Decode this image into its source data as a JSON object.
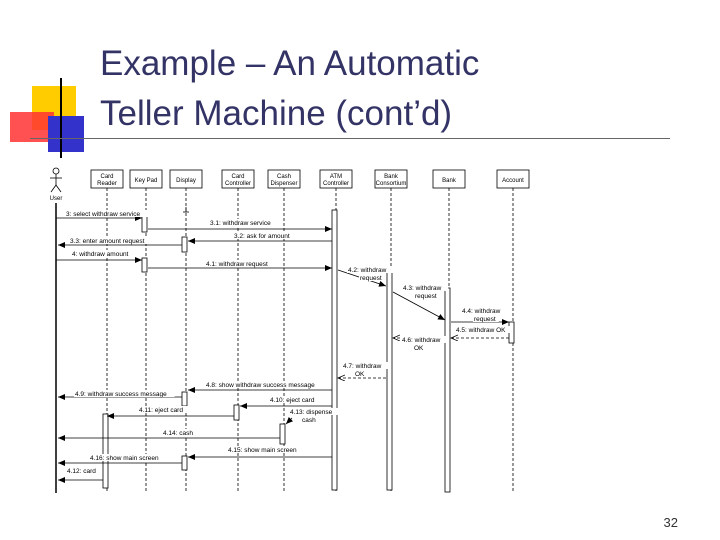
{
  "slide": {
    "title_line1": "Example – An Automatic",
    "title_line2": "Teller Machine (cont’d)",
    "page_number": "32"
  },
  "diagram": {
    "actor": "User",
    "lifelines": [
      {
        "id": "card_reader",
        "line1": "Card",
        "line2": "Reader"
      },
      {
        "id": "keypad",
        "line1": "Key Pad",
        "line2": ""
      },
      {
        "id": "display",
        "line1": "Display",
        "line2": ""
      },
      {
        "id": "card_controller",
        "line1": "Card",
        "line2": "Controller"
      },
      {
        "id": "cash_dispenser",
        "line1": "Cash",
        "line2": "Dispenser"
      },
      {
        "id": "atm_controller",
        "line1": "ATM",
        "line2": "Controller"
      },
      {
        "id": "bank_consortium",
        "line1": "Bank",
        "line2": "Consortium"
      },
      {
        "id": "bank",
        "line1": "Bank",
        "line2": ""
      },
      {
        "id": "account",
        "line1": "Account",
        "line2": ""
      }
    ],
    "messages": [
      {
        "lines": [
          "3: select withdraw service"
        ]
      },
      {
        "lines": [
          "3.1: withdraw service"
        ]
      },
      {
        "lines": [
          "3.2: ask for amount"
        ]
      },
      {
        "lines": [
          "3.3: enter amount request"
        ]
      },
      {
        "lines": [
          "4: withdraw amount"
        ]
      },
      {
        "lines": [
          "4.1: withdraw request"
        ]
      },
      {
        "lines": [
          "4.2: withdraw",
          "request"
        ]
      },
      {
        "lines": [
          "4.3: withdraw",
          "request"
        ]
      },
      {
        "lines": [
          "4.4: withdraw",
          "request"
        ]
      },
      {
        "lines": [
          "4.5: withdraw OK"
        ]
      },
      {
        "lines": [
          "4.6: withdraw",
          "OK"
        ]
      },
      {
        "lines": [
          "4.7: withdraw",
          "OK"
        ]
      },
      {
        "lines": [
          "4.8: show withdraw success message"
        ]
      },
      {
        "lines": [
          "4.9: withdraw success message"
        ]
      },
      {
        "lines": [
          "4.10: eject card"
        ]
      },
      {
        "lines": [
          "4.11: eject card"
        ]
      },
      {
        "lines": [
          "4.13: dispense",
          "cash"
        ]
      },
      {
        "lines": [
          "4.14: cash"
        ]
      },
      {
        "lines": [
          "4.15: show main screen"
        ]
      },
      {
        "lines": [
          "4.16: show main screen"
        ]
      },
      {
        "lines": [
          "4.12: card"
        ]
      }
    ]
  }
}
